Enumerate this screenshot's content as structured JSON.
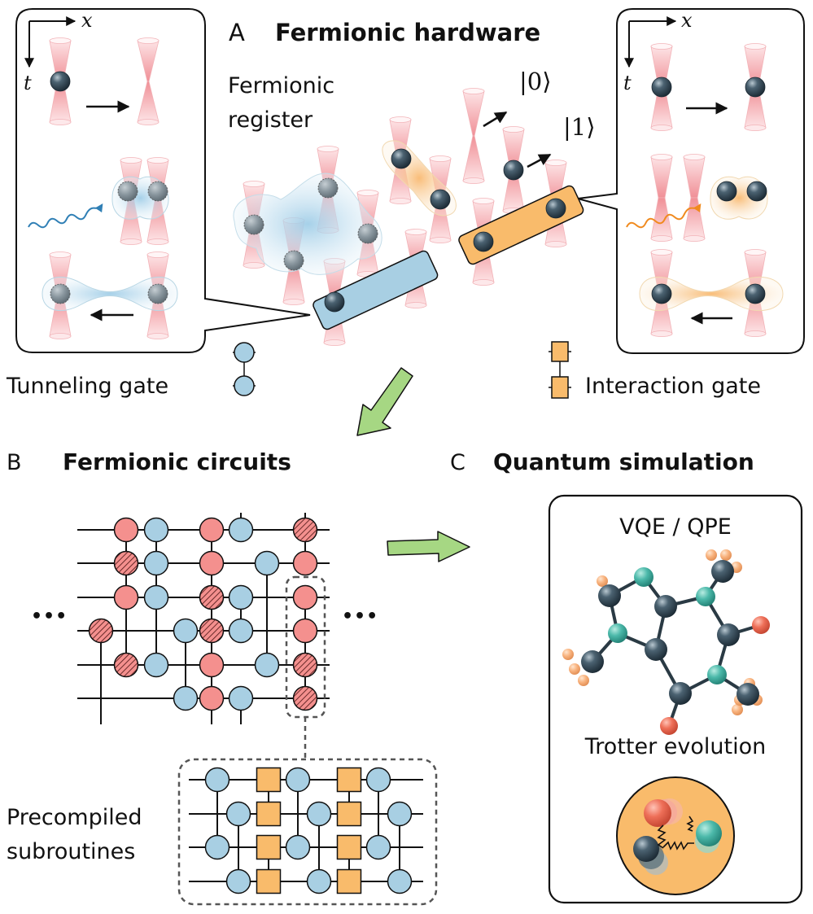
{
  "colors": {
    "tunneling_gate": "#a8cfe3",
    "interaction_gate": "#f9bb6b",
    "red_gate": "#f4908e",
    "process_arrow": "#a6d783",
    "atom_dark": "#2e4350",
    "nitrogen": "#35a597",
    "oxygen": "#e8604c",
    "hydrogen": "#f7b07a",
    "tweezer": "#f7a3a8"
  },
  "panel_a": {
    "letter": "A",
    "title": "Fermionic hardware",
    "register_label_line1": "Fermionic",
    "register_label_line2": "register",
    "ket_zero": "|0⟩",
    "ket_one": "|1⟩",
    "left_inset": {
      "axis_x": "x",
      "axis_t": "t"
    },
    "right_inset": {
      "axis_x": "x",
      "axis_t": "t"
    },
    "legend": {
      "tunneling_gate": "Tunneling gate",
      "interaction_gate": "Interaction gate"
    }
  },
  "panel_b": {
    "letter": "B",
    "title": "Fermionic circuits",
    "ellipsis_left": "•••",
    "ellipsis_right": "•••",
    "circuit": {
      "wires": 6,
      "gates": [
        {
          "col": 0,
          "rows": [
            3,
            6
          ],
          "type": "hatched-red",
          "span": "down"
        },
        {
          "col": 1,
          "rows": [
            0,
            1,
            2,
            4
          ],
          "types": [
            "red",
            "hatched-red",
            "red",
            "hatched-red"
          ]
        },
        {
          "col": 2,
          "rows": [
            0,
            1,
            2,
            4
          ],
          "types": [
            "blue",
            "blue",
            "blue",
            "blue"
          ]
        },
        {
          "col": 3,
          "rows": [
            3,
            5
          ],
          "types": [
            "blue",
            "blue"
          ]
        },
        {
          "col": 4,
          "rows": [
            0,
            1,
            2,
            3,
            4,
            5
          ],
          "types": [
            "red",
            "red",
            "hatched-red",
            "hatched-red",
            "red",
            "red"
          ]
        },
        {
          "col": 5,
          "rows": [
            0,
            2,
            3,
            5
          ],
          "types": [
            "blue",
            "blue",
            "blue",
            "blue"
          ]
        },
        {
          "col": 6,
          "rows": [
            1,
            4
          ],
          "types": [
            "blue",
            "blue"
          ]
        },
        {
          "col": 7,
          "rows": [
            0,
            1,
            2,
            3,
            4,
            5
          ],
          "types": [
            "hatched-red",
            "red",
            "red",
            "red",
            "hatched-red",
            "hatched-red"
          ]
        }
      ]
    },
    "subroutine_label_line1": "Precompiled",
    "subroutine_label_line2": "subroutines"
  },
  "panel_c": {
    "letter": "C",
    "title": "Quantum simulation",
    "method_label": "VQE / QPE",
    "trotter_label": "Trotter evolution"
  }
}
